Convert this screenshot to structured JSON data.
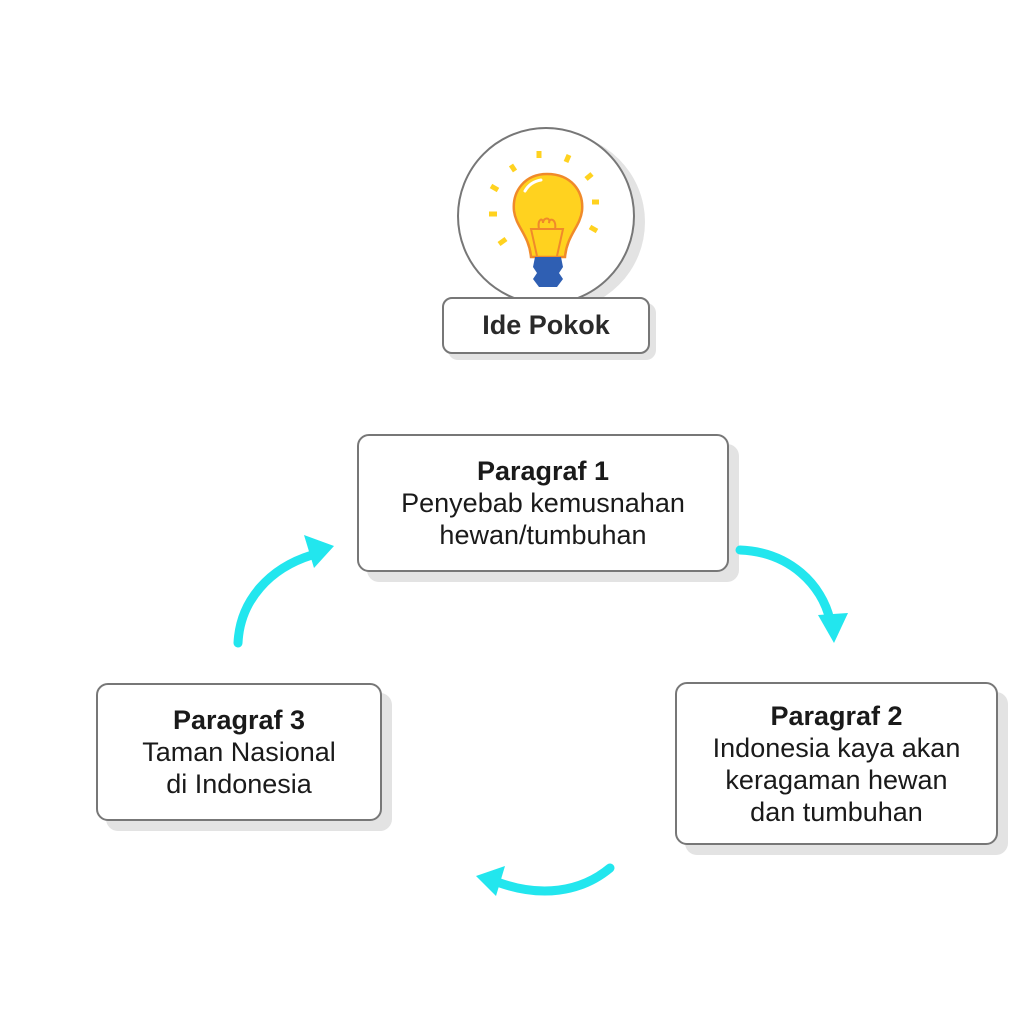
{
  "main_idea": {
    "label": "Ide Pokok",
    "icon": "lightbulb-icon"
  },
  "paragraphs": [
    {
      "title": "Paragraf 1",
      "lines": [
        "Penyebab kemusnahan",
        "hewan/tumbuhan"
      ]
    },
    {
      "title": "Paragraf 2",
      "lines": [
        "Indonesia kaya akan",
        "keragaman hewan",
        "dan tumbuhan"
      ]
    },
    {
      "title": "Paragraf 3",
      "lines": [
        "Taman Nasional",
        "di Indonesia"
      ]
    }
  ],
  "colors": {
    "arrow": "#22e6ee",
    "bulb": "#ffd21f",
    "bulb_outline": "#f08a2a",
    "base": "#2f5fb3"
  }
}
